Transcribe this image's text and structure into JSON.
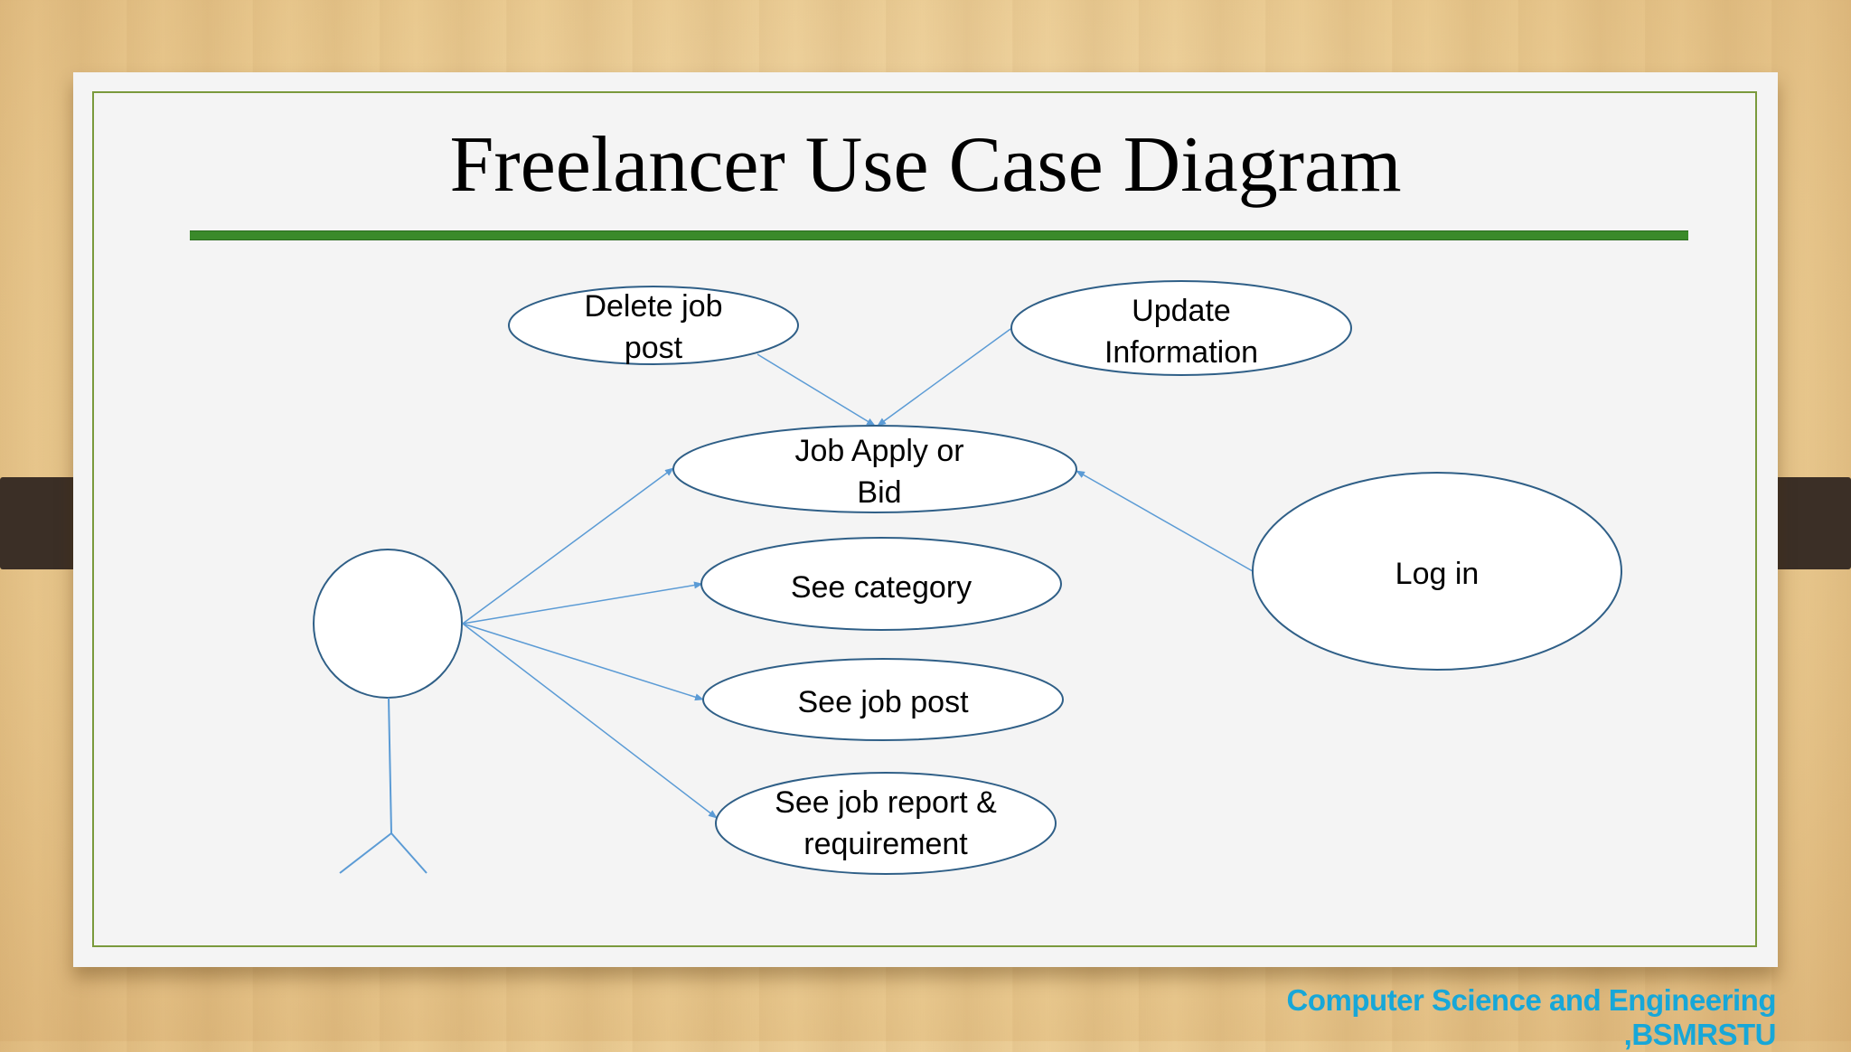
{
  "slide": {
    "title": "Freelancer Use Case Diagram",
    "footer": "Computer Science and Engineering ,BSMRSTU"
  },
  "diagram": {
    "use_cases": {
      "delete_job_post": "Delete job post",
      "update_information": "Update Information",
      "job_apply_or_bid": "Job Apply or Bid",
      "see_category": "See category",
      "see_job_post": "See job post",
      "see_job_report": "See job report & requirement",
      "log_in": "Log in"
    }
  },
  "colors": {
    "title_rule": "#3a8a2a",
    "frame_border": "#7a9a3c",
    "ellipse_stroke": "#2f5f87",
    "arrow": "#5b9bd5",
    "footer_text": "#17a7d8"
  }
}
